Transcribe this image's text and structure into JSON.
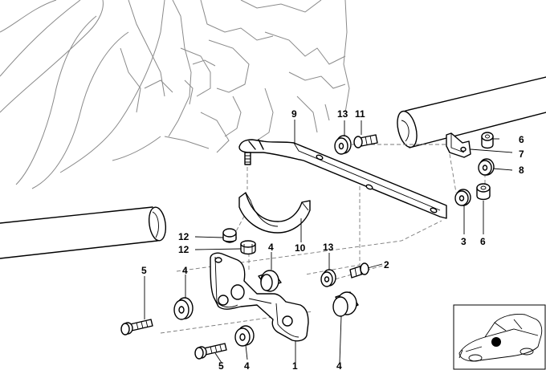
{
  "callouts": {
    "c1": "1",
    "c2": "2",
    "c3": "3",
    "c4a": "4",
    "c4b": "4",
    "c4c": "4",
    "c5a": "5",
    "c5b": "5",
    "c6a": "6",
    "c6b": "6",
    "c7": "7",
    "c8": "8",
    "c9": "9",
    "c10": "10",
    "c11": "11",
    "c12a": "12",
    "c12b": "12",
    "c13a": "13",
    "c13b": "13"
  },
  "colors": {
    "line": "#000000",
    "background": "#ffffff",
    "thumbnail_marker": "#000000"
  }
}
